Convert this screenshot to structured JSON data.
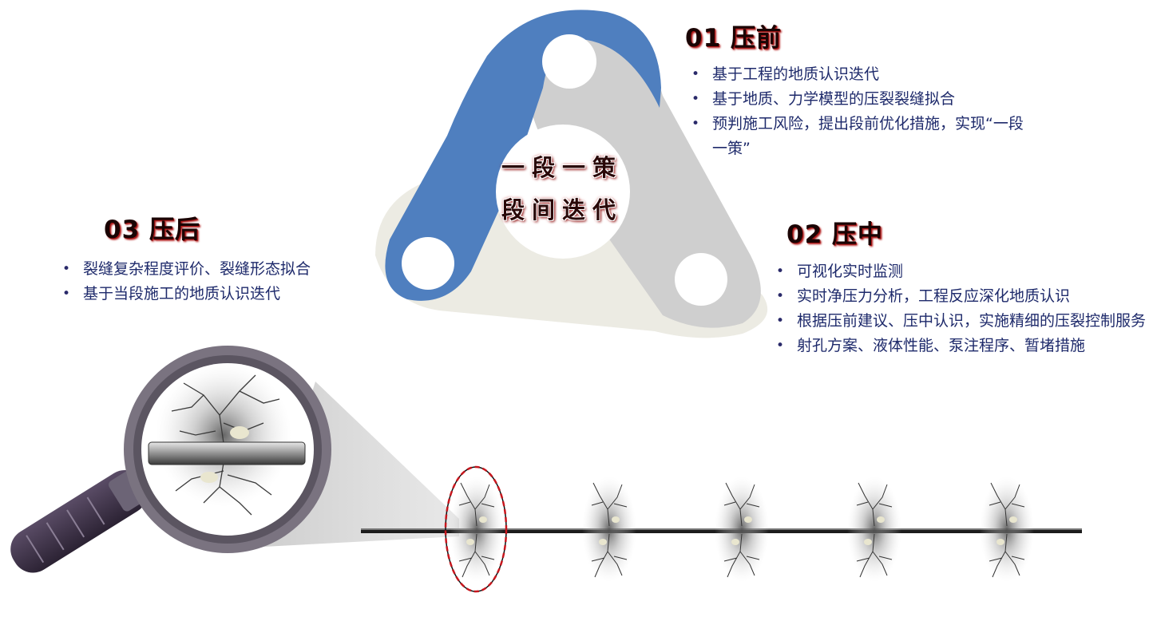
{
  "center": {
    "line1": "一段一策",
    "line2": "段间迭代"
  },
  "sections": [
    {
      "id": "pre",
      "heading": "01 压前",
      "items": [
        "基于工程的地质认识迭代",
        "基于地质、力学模型的压裂裂缝拟合",
        "预判施工风险，提出段前优化措施，实现“一段一策”"
      ]
    },
    {
      "id": "during",
      "heading": "02 压中",
      "items": [
        "可视化实时监测",
        "实时净压力分析，工程反应深化地质认识",
        "根据压前建议、压中认识，实施精细的压裂控制服务",
        "射孔方案、液体性能、泵注程序、暂堵措施"
      ]
    },
    {
      "id": "post",
      "heading": "03 压后",
      "items": [
        "裂缝复杂程度评价、裂缝形态拟合",
        "基于当段施工的地质认识迭代"
      ]
    }
  ],
  "colors": {
    "blue_lobe": "#4f7fbf",
    "gray_lobe": "#cfcfcf",
    "cream_lobe": "#ecebe3",
    "heading_shadow": "#b01818",
    "text": "#1e2a6b",
    "magnifier_frame": "#7a7380",
    "highlight_ellipse": "#c8161d"
  },
  "fracture_stages": 5
}
